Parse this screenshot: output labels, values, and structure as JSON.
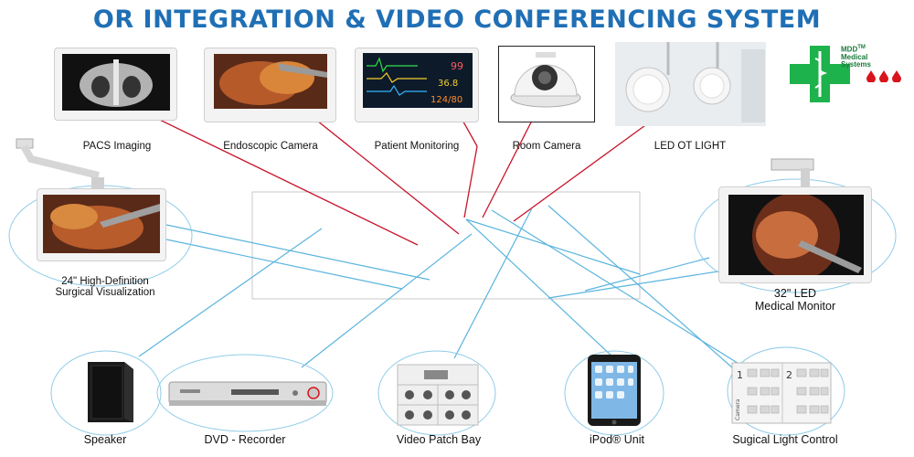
{
  "title": "OR INTEGRATION & VIDEO CONFERENCING SYSTEM",
  "logo": {
    "text_line1": "MDD",
    "tm": "TM",
    "text_line2": "Medical",
    "text_line3": "Systems",
    "cross_color": "#1db24b",
    "drop_color": "#d9141c"
  },
  "colors": {
    "title": "#1f6fb5",
    "red_line": "#c8142a",
    "blue_line": "#5ab4de"
  },
  "top_devices": [
    {
      "id": "pacs",
      "label": "PACS Imaging",
      "icon": "xray-monitor-icon"
    },
    {
      "id": "endo",
      "label": "Endoscopic Camera",
      "icon": "endoscope-monitor-icon"
    },
    {
      "id": "patmon",
      "label": "Patient Monitoring",
      "icon": "vital-signs-monitor-icon"
    },
    {
      "id": "roomcam",
      "label": "Room Camera",
      "icon": "dome-camera-icon"
    },
    {
      "id": "otlight",
      "label": "LED OT LIGHT",
      "icon": "surgical-light-icon"
    }
  ],
  "side_devices": [
    {
      "id": "hd24",
      "label_line1": "24\" High-Definition",
      "label_line2": "Surgical Visualization"
    },
    {
      "id": "led32",
      "label_line1": "32\" LED",
      "label_line2": "Medical Monitor"
    }
  ],
  "bottom_devices": [
    {
      "id": "speaker",
      "label": "Speaker"
    },
    {
      "id": "dvd",
      "label": "DVD - Recorder"
    },
    {
      "id": "patch",
      "label": "Video Patch Bay"
    },
    {
      "id": "ipod",
      "label": "iPod® Unit"
    },
    {
      "id": "lightctl",
      "label": "Sugical Light Control"
    }
  ],
  "monitor_readouts": {
    "value1": "99",
    "value2": "36.8",
    "value3": "124/80"
  },
  "light_control": {
    "num1": "1",
    "num2": "2",
    "side_label": "Camera"
  }
}
